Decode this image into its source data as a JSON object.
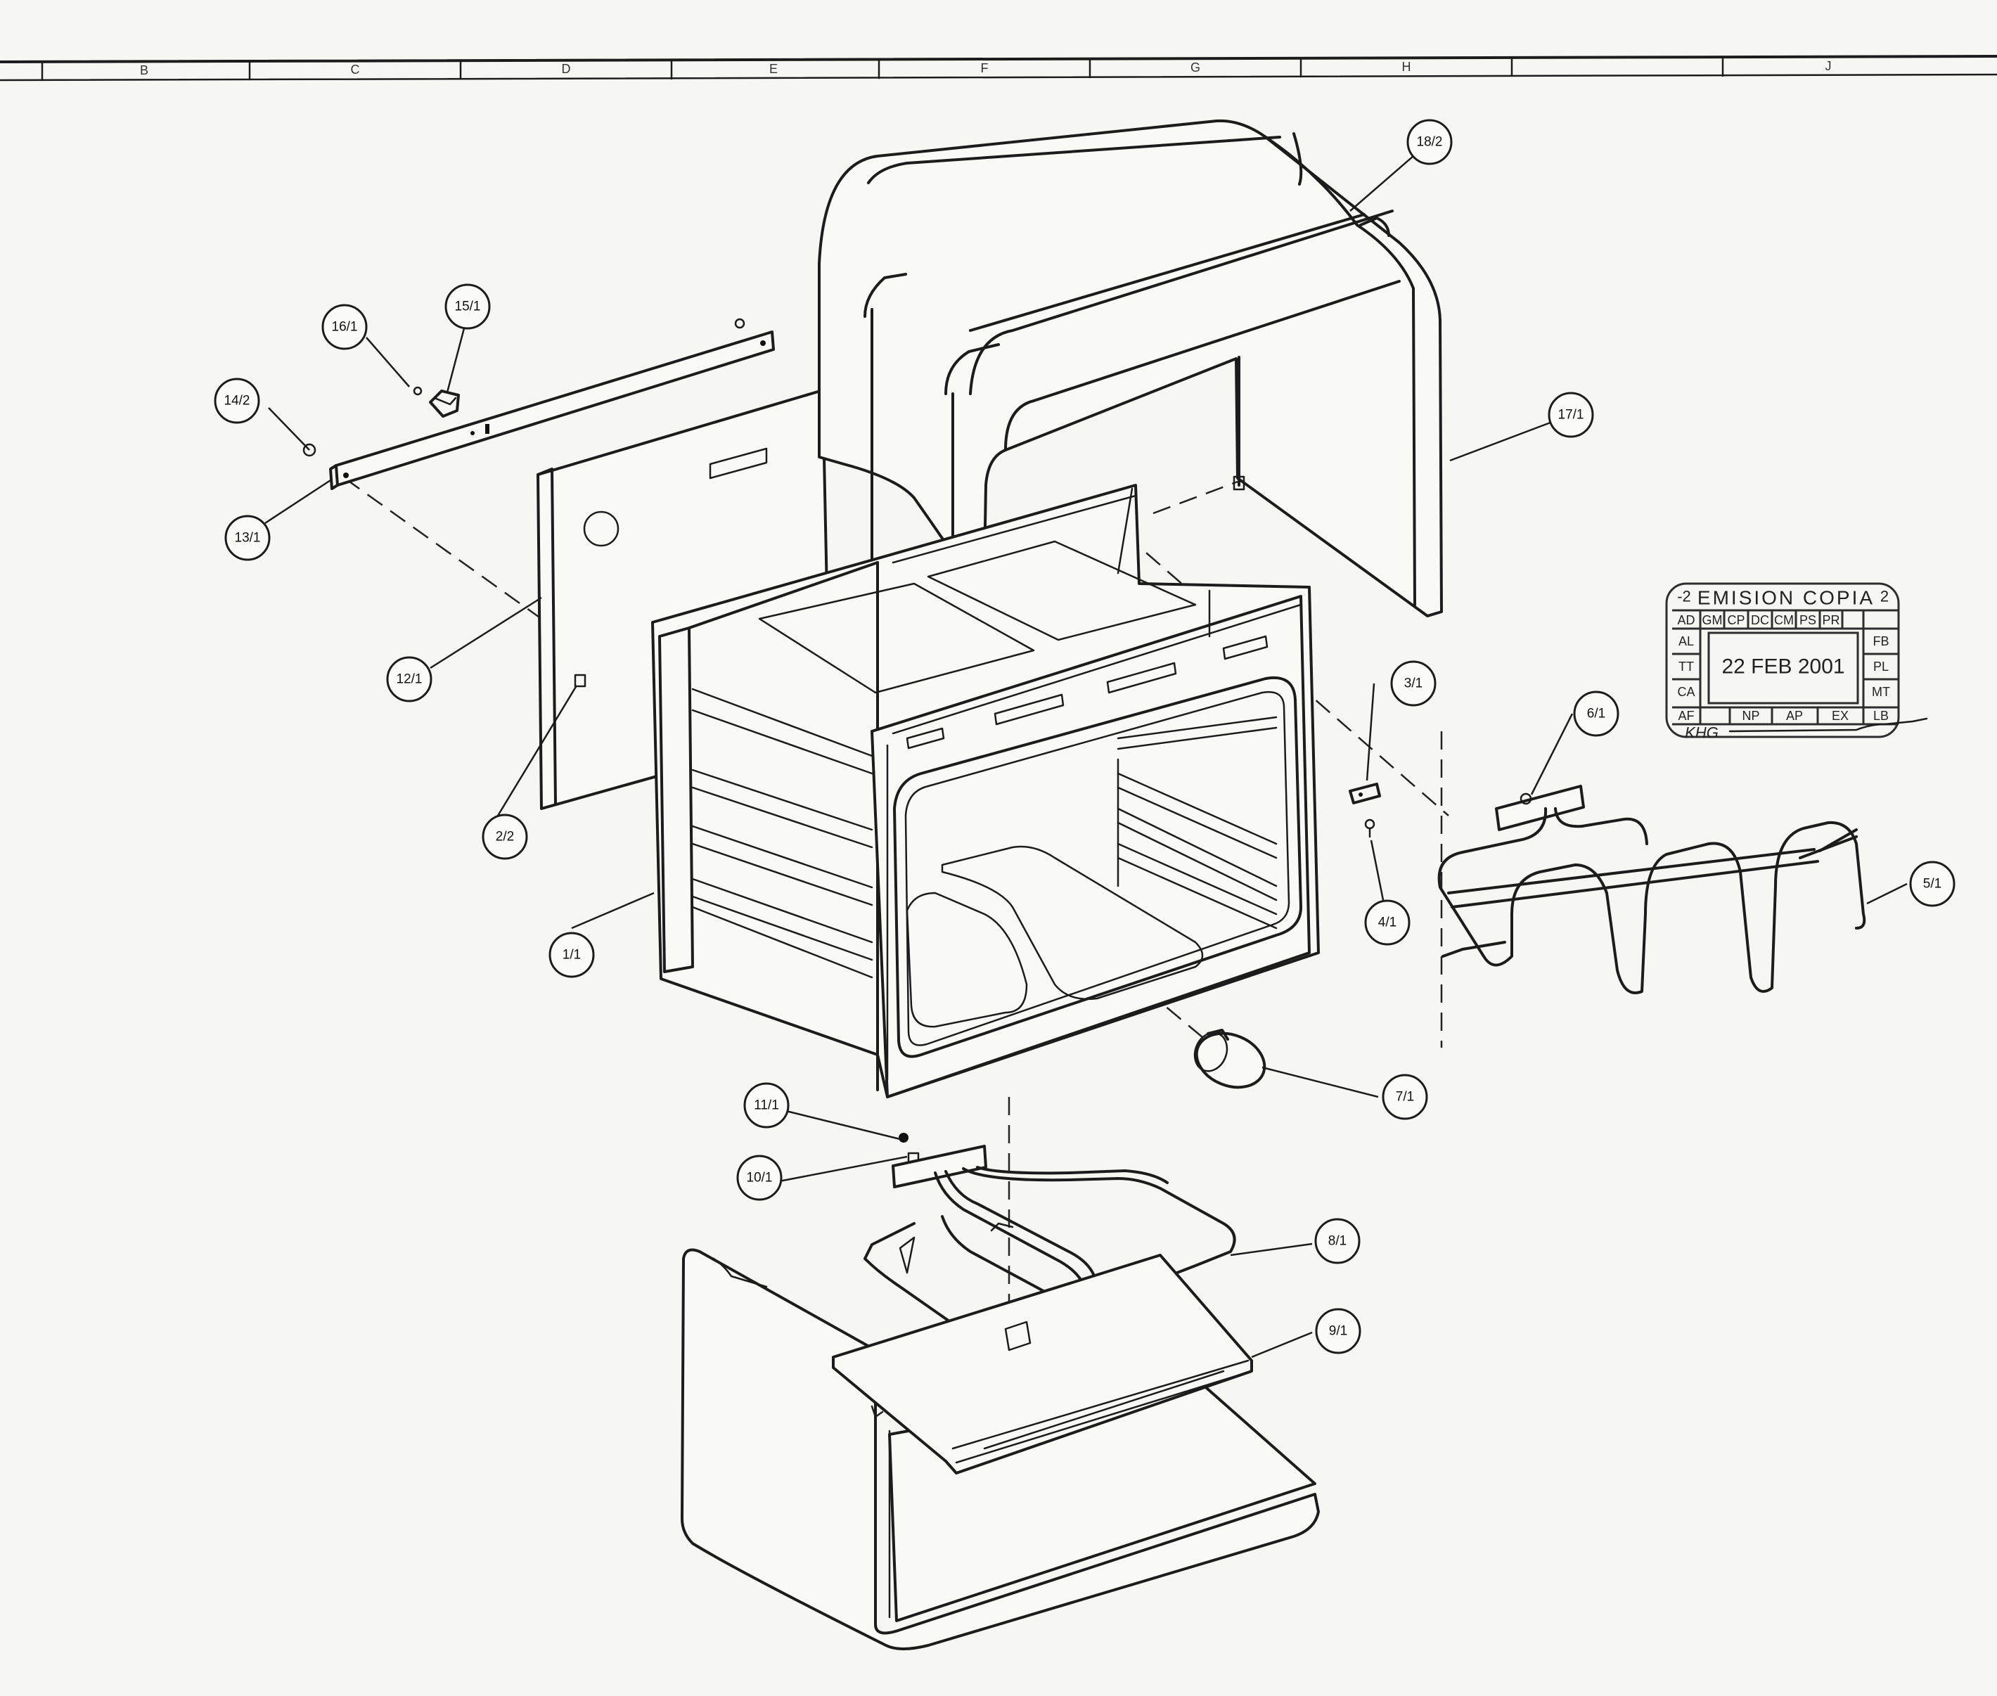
{
  "drawing": {
    "zones": [
      "B",
      "C",
      "D",
      "E",
      "F",
      "G",
      "H",
      "J"
    ],
    "callouts": [
      {
        "id": "c-18-2",
        "label": "18/2"
      },
      {
        "id": "c-17-1",
        "label": "17/1"
      },
      {
        "id": "c-16-1",
        "label": "16/1"
      },
      {
        "id": "c-15-1",
        "label": "15/1"
      },
      {
        "id": "c-14-2",
        "label": "14/2"
      },
      {
        "id": "c-13-1",
        "label": "13/1"
      },
      {
        "id": "c-12-1",
        "label": "12/1"
      },
      {
        "id": "c-2-2",
        "label": "2/2"
      },
      {
        "id": "c-1-1",
        "label": "1/1"
      },
      {
        "id": "c-3-1",
        "label": "3/1"
      },
      {
        "id": "c-4-1",
        "label": "4/1"
      },
      {
        "id": "c-6-1",
        "label": "6/1"
      },
      {
        "id": "c-5-1",
        "label": "5/1"
      },
      {
        "id": "c-7-1",
        "label": "7/1"
      },
      {
        "id": "c-11-1",
        "label": "11/1"
      },
      {
        "id": "c-10-1",
        "label": "10/1"
      },
      {
        "id": "c-8-1",
        "label": "8/1"
      },
      {
        "id": "c-9-1",
        "label": "9/1"
      }
    ]
  },
  "stamp": {
    "title": "EMISION COPIA",
    "top_mark_left": "-2",
    "top_mark_right": "2",
    "header_codes": [
      "AD",
      "GM",
      "CP",
      "DC",
      "CM",
      "PS",
      "PR"
    ],
    "left_codes": [
      "AL",
      "TT",
      "CA"
    ],
    "right_codes": [
      "FB",
      "PL",
      "MT"
    ],
    "bottom_codes": [
      "AF",
      "NP",
      "AP",
      "EX",
      "LB"
    ],
    "date": "22 FEB 2001",
    "signature": "KHG"
  }
}
